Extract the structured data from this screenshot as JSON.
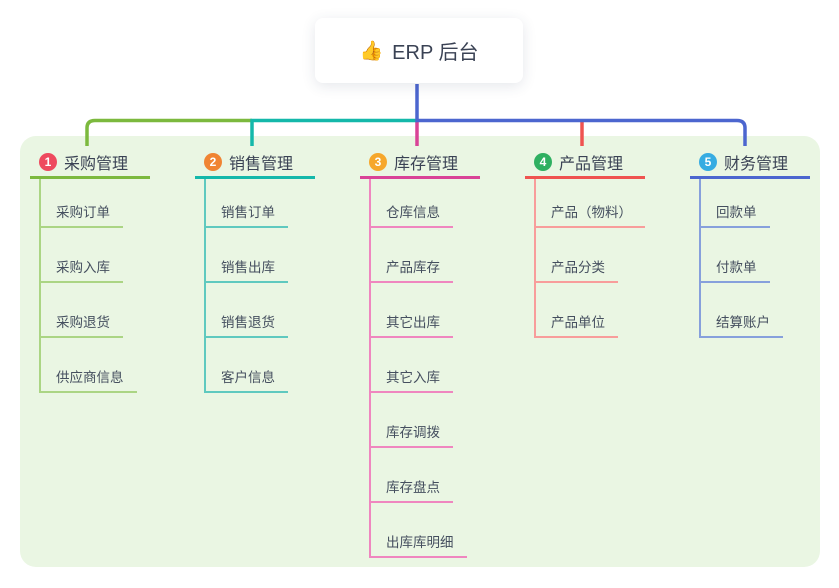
{
  "root": {
    "icon": "👍",
    "label": "ERP 后台"
  },
  "colors": {
    "canvas_bg": "#ffffff",
    "panel_bg": "#eaf6e3",
    "root_line": "#4c66cf",
    "title_text": "#3a4254",
    "child_text": "#454f5f"
  },
  "branches": [
    {
      "num": "1",
      "label": "采购管理",
      "badge_color": "#ee4a5e",
      "line_color": "#7cb93e",
      "child_line_color": "#abd584",
      "children": [
        "采购订单",
        "采购入库",
        "采购退货",
        "供应商信息"
      ]
    },
    {
      "num": "2",
      "label": "销售管理",
      "badge_color": "#f08433",
      "line_color": "#14b8aa",
      "child_line_color": "#5fc9bf",
      "children": [
        "销售订单",
        "销售出库",
        "销售退货",
        "客户信息"
      ]
    },
    {
      "num": "3",
      "label": "库存管理",
      "badge_color": "#f6a72b",
      "line_color": "#d94397",
      "child_line_color": "#ef86bf",
      "children": [
        "仓库信息",
        "产品库存",
        "其它出库",
        "其它入库",
        "库存调拨",
        "库存盘点",
        "出库库明细"
      ]
    },
    {
      "num": "4",
      "label": "产品管理",
      "badge_color": "#2fb061",
      "line_color": "#ef5350",
      "child_line_color": "#f89d9b",
      "children": [
        "产品（物料）",
        "产品分类",
        "产品单位"
      ]
    },
    {
      "num": "5",
      "label": "财务管理",
      "badge_color": "#36ace2",
      "line_color": "#4c66cf",
      "child_line_color": "#87a0dc",
      "children": [
        "回款单",
        "付款单",
        "结算账户"
      ]
    }
  ]
}
